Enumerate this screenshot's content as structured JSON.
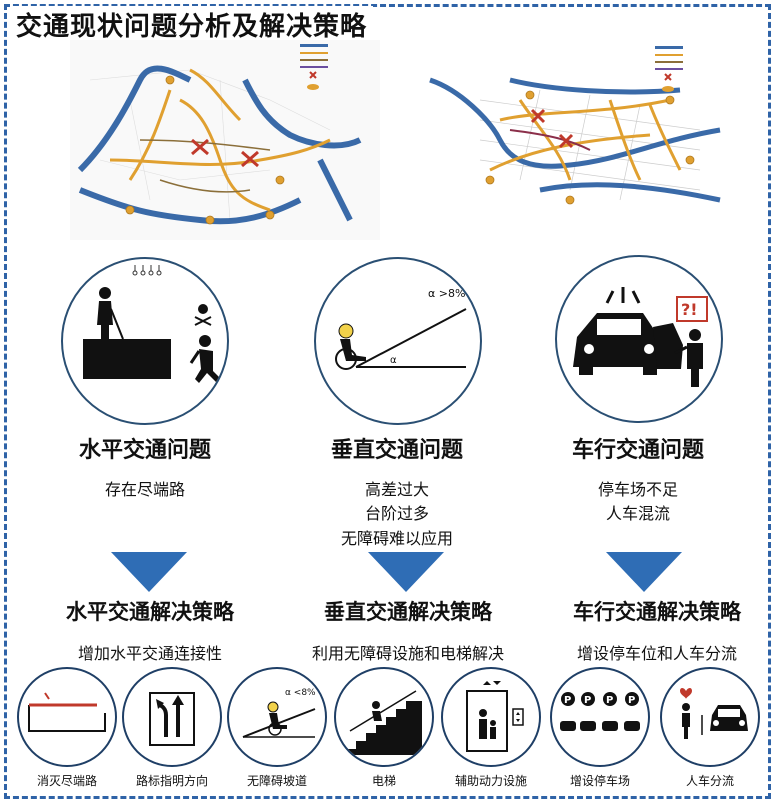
{
  "title": "交通现状问题分析及解决策略",
  "colors": {
    "accent": "#2f6db5",
    "frame": "#2f63a7",
    "road": "#3a6aa8",
    "route": "#e0a030",
    "red": "#c0392b"
  },
  "annotations": {
    "slope": "α >8%",
    "slope_small": "α <8%",
    "angle": "α",
    "alert": "?!"
  },
  "problems": [
    {
      "heading": "水平交通问题",
      "lines": [
        "存在尽端路"
      ]
    },
    {
      "heading": "垂直交通问题",
      "lines": [
        "高差过大",
        "台阶过多",
        "无障碍难以应用"
      ]
    },
    {
      "heading": "车行交通问题",
      "lines": [
        "停车场不足",
        "人车混流"
      ]
    }
  ],
  "strategies": [
    {
      "heading": "水平交通解决策略",
      "sub": "增加水平交通连接性"
    },
    {
      "heading": "垂直交通解决策略",
      "sub": "利用无障碍设施和电梯解决"
    },
    {
      "heading": "车行交通解决策略",
      "sub": "增设停车位和人车分流"
    }
  ],
  "icons": [
    {
      "label": "消灭尽端路",
      "icon": "dead-end-icon"
    },
    {
      "label": "路标指明方向",
      "icon": "signpost-icon"
    },
    {
      "label": "无障碍坡道",
      "icon": "ramp-icon"
    },
    {
      "label": "电梯",
      "icon": "escalator-icon"
    },
    {
      "label": "辅助动力设施",
      "icon": "elevator-icon"
    },
    {
      "label": "增设停车场",
      "icon": "parking-icon"
    },
    {
      "label": "人车分流",
      "icon": "separation-icon"
    }
  ]
}
